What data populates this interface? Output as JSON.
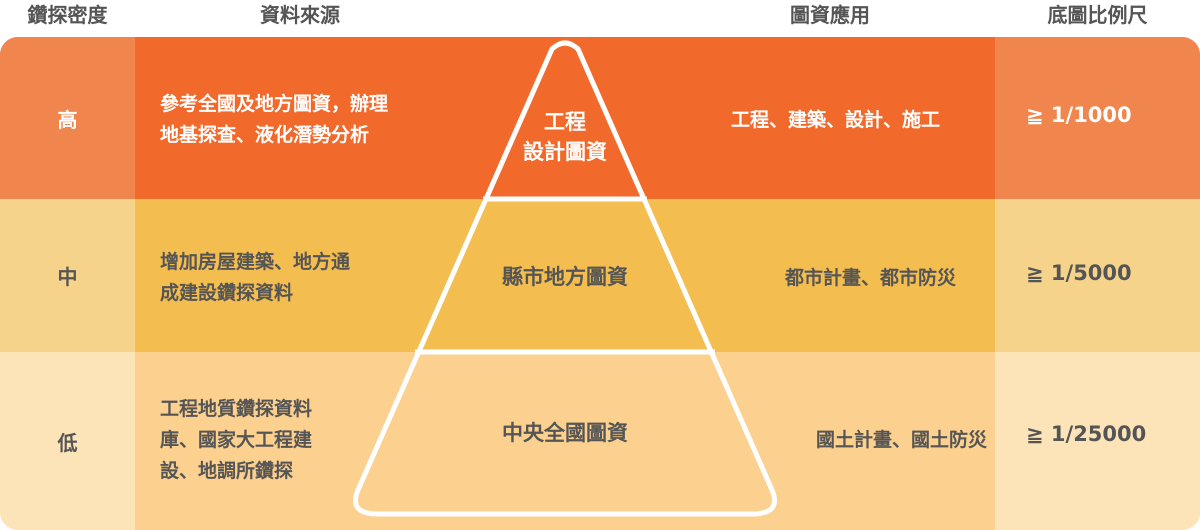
{
  "headers": {
    "density": "鑽探密度",
    "source": "資料來源",
    "application": "圖資應用",
    "scale": "底圖比例尺"
  },
  "rows": [
    {
      "level": "高",
      "source": "參考全國及地方圖資，辦理\n地基探查、液化潛勢分析",
      "tier": "工程\n設計圖資",
      "application": "工程、建築、設計、施工",
      "scale": "≧ 1/1000"
    },
    {
      "level": "中",
      "source": "增加房屋建築、地方通\n成建設鑽探資料",
      "tier": "縣市地方圖資",
      "application": "都市計畫、都市防災",
      "scale": "≧ 1/5000"
    },
    {
      "level": "低",
      "source": "工程地質鑽探資料\n庫、國家大工程建\n設、地調所鑽探",
      "tier": "中央全國圖資",
      "application": "國土計畫、國土防災",
      "scale": "≧ 1/25000"
    }
  ],
  "colors": {
    "high_band": "#f26a2b",
    "high_side": "#f0854d",
    "mid_band": "#f3bd50",
    "mid_side": "#f6d38a",
    "low_band": "#fcd08f",
    "low_side": "#fde4b8",
    "pyramid_stroke": "#ffffff"
  }
}
